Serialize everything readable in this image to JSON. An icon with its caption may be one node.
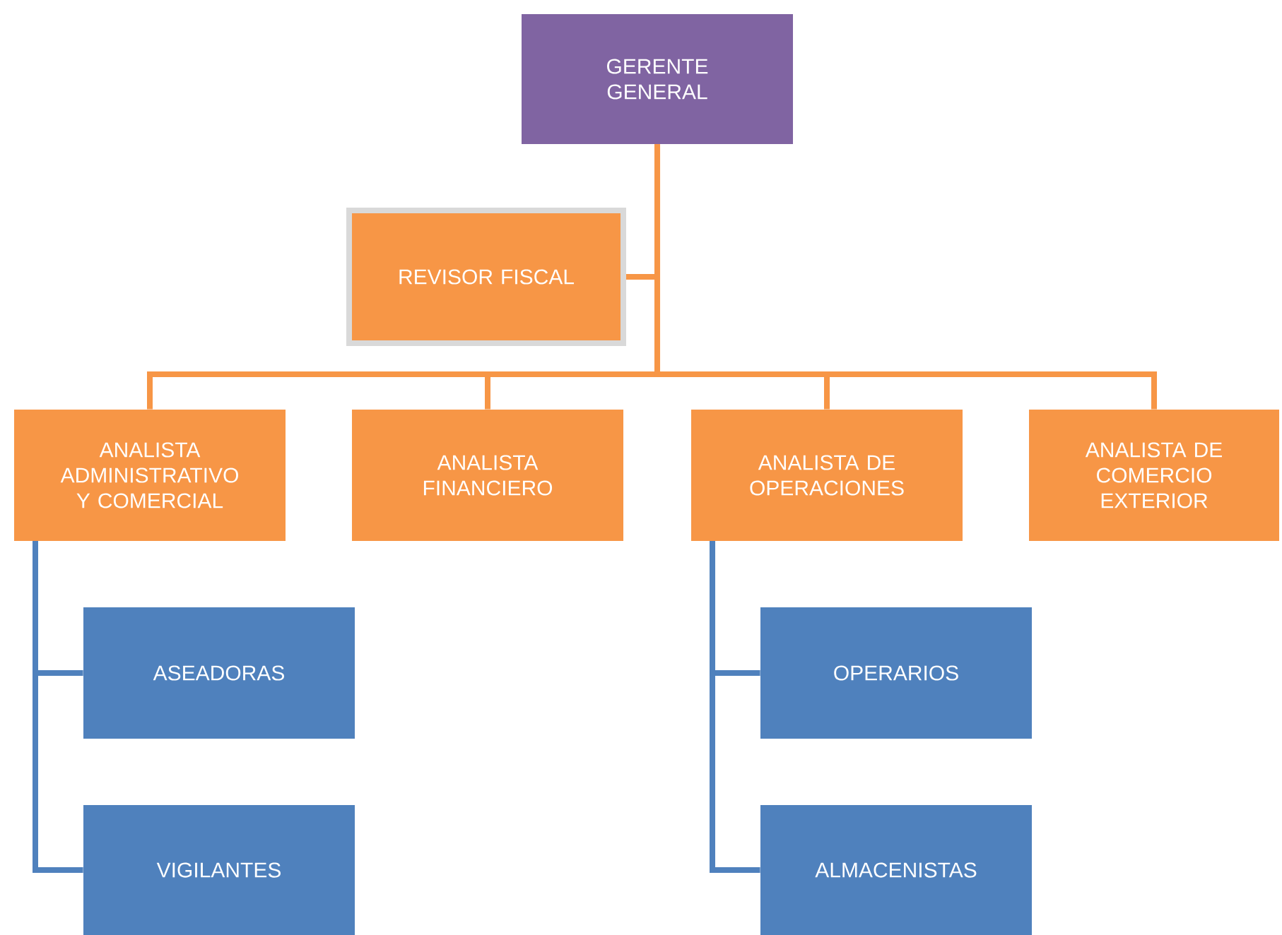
{
  "diagram": {
    "nodes": [
      {
        "text": [
          "GERENTE GENERAL"
        ]
      },
      {
        "text": [
          "REVISOR FISCAL"
        ]
      },
      {
        "text": [
          "ANALISTA ADMINISTRATIVO Y COMERCIAL"
        ]
      },
      {
        "text": [
          "ANALISTA FINANCIERO"
        ]
      },
      {
        "text": [
          "ANALISTA DE OPERACIONES"
        ]
      },
      {
        "text": [
          "ANALISTA DE COMERCIO EXTERIOR"
        ]
      },
      {
        "text": [
          "ASEADORAS"
        ]
      },
      {
        "text": [
          "VIGILANTES"
        ]
      },
      {
        "text": [
          "OPERARIOS"
        ]
      },
      {
        "text": [
          "ALMACENISTAS"
        ]
      }
    ],
    "edges": [
      {
        "from": 0,
        "to": 1,
        "arrow": "none"
      },
      {
        "from": 0,
        "to": 2,
        "arrow": "none"
      },
      {
        "from": 0,
        "to": 3,
        "arrow": "none"
      },
      {
        "from": 0,
        "to": 4,
        "arrow": "none"
      },
      {
        "from": 0,
        "to": 5,
        "arrow": "none"
      },
      {
        "from": 2,
        "to": 6,
        "arrow": "none",
        "color": "#4f81bd"
      },
      {
        "from": 2,
        "to": 7,
        "arrow": "none",
        "color": "#4f81bd"
      },
      {
        "from": 4,
        "to": 8,
        "arrow": "none",
        "color": "#4f81bd"
      },
      {
        "from": 4,
        "to": 9,
        "arrow": "none",
        "color": "#4f81bd"
      }
    ]
  }
}
